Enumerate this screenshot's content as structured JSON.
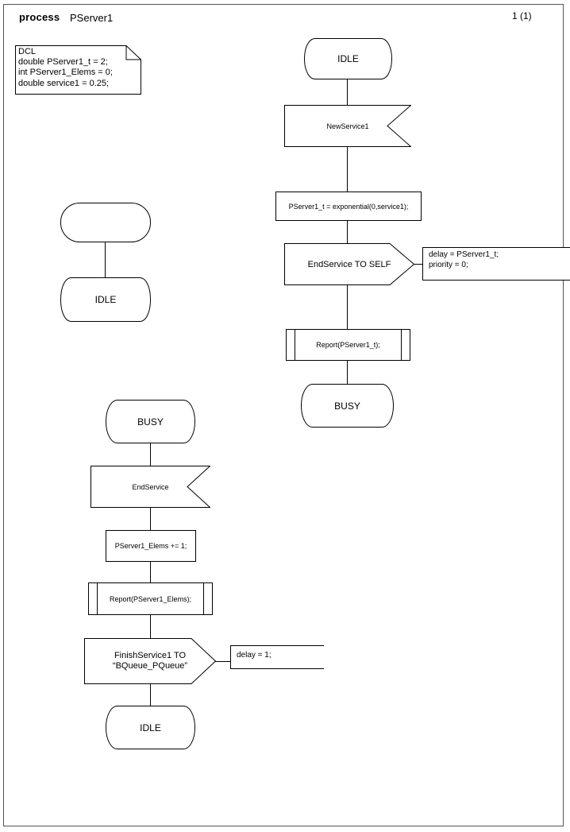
{
  "page": {
    "title_keyword": "process",
    "title_name": "PServer1",
    "page_number": "1 (1)"
  },
  "declaration": {
    "name": "dcl-block",
    "text": "DCL\ndouble PServer1_t = 2;\nint PServer1_Elems = 0;\ndouble service1 = 0.25;"
  },
  "branches": {
    "startup": {
      "start_label": "",
      "state_label": "IDLE"
    },
    "idle_newservice": {
      "state_from": "IDLE",
      "input": "NewService1",
      "task": "PServer1_t = exponential(0,service1);",
      "output": "EndService TO SELF",
      "output_comment": "delay = PServer1_t;\npriority = 0;",
      "call": "Report(PServer1_t);",
      "state_to": "BUSY"
    },
    "busy_endservice": {
      "state_from": "BUSY",
      "input": "EndService",
      "task": "PServer1_Elems += 1;",
      "call": "Report(PServer1_Elems);",
      "output": "FinishService1 TO\n“BQueue_PQueue”",
      "output_comment": "delay = 1;",
      "state_to": "IDLE"
    }
  },
  "colors": {
    "stroke": "#000000",
    "frame": "#555555",
    "background": "#ffffff"
  }
}
